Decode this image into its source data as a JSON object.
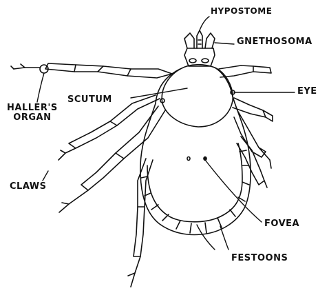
{
  "diagram": {
    "labels": {
      "hypostome": "HYPOSTOME",
      "gnathosoma": "GNETHOSOMA",
      "scutum": "SCUTUM",
      "eye": "EYE",
      "hallers_organ_line1": "HALLER'S",
      "hallers_organ_line2": "ORGAN",
      "claws": "CLAWS",
      "fovea": "FOVEA",
      "festoons": "FESTOONS"
    },
    "colors": {
      "ink": "#111111",
      "paper": "#ffffff"
    }
  }
}
